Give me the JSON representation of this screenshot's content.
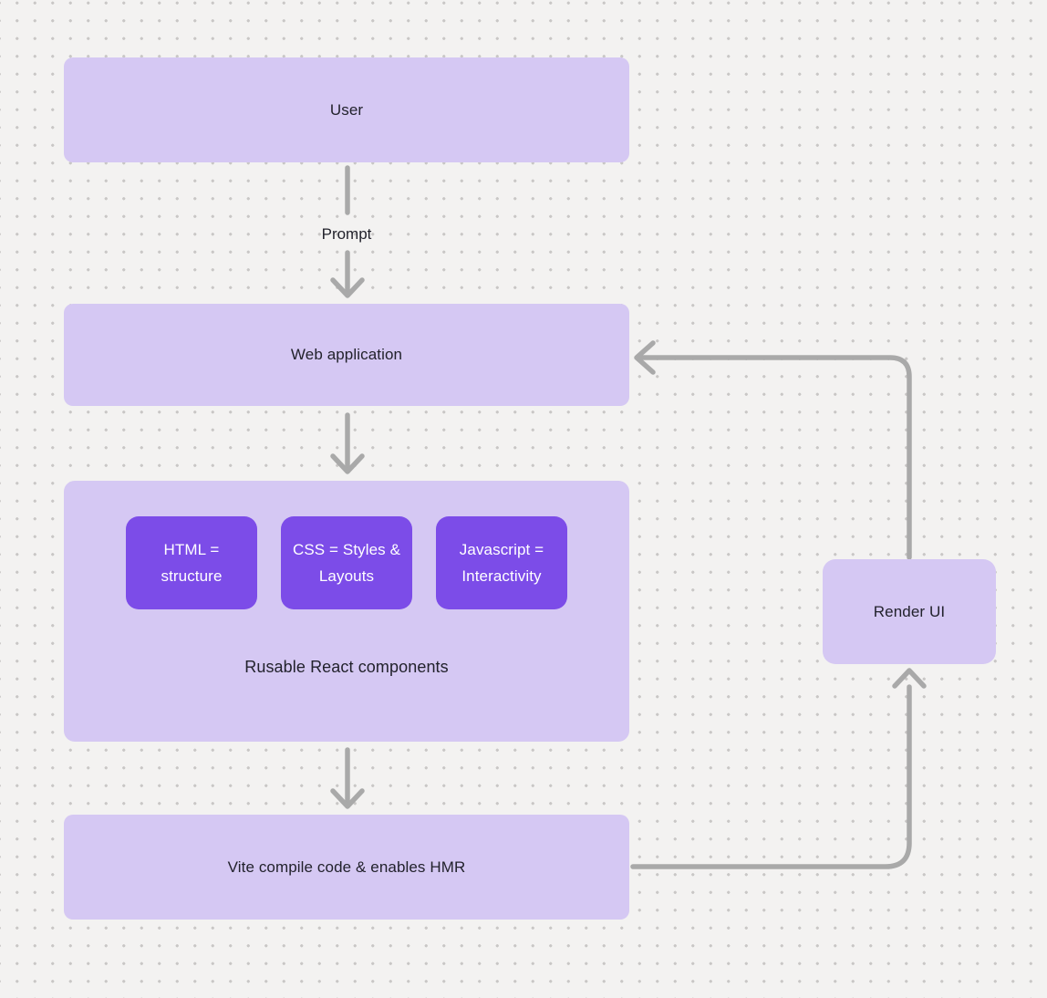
{
  "canvas": {
    "background_color": "#f3f2f1",
    "dot_color": "#c9c7c6"
  },
  "colors": {
    "node_fill": "#d5c8f3",
    "chip_fill": "#7c4ce8",
    "chip_text": "#ffffff",
    "node_text": "#22222c",
    "connector": "#a9a9a9"
  },
  "nodes": {
    "user": {
      "label": "User"
    },
    "web_application": {
      "label": "Web application"
    },
    "components_group": {
      "chips": [
        {
          "label": "HTML = structure"
        },
        {
          "label": "CSS = Styles & Layouts"
        },
        {
          "label": "Javascript = Interactivity"
        }
      ],
      "caption": "Rusable React components"
    },
    "vite": {
      "label": "Vite compile code & enables HMR"
    },
    "render_ui": {
      "label": "Render UI"
    }
  },
  "edge_labels": {
    "prompt": "Prompt"
  }
}
